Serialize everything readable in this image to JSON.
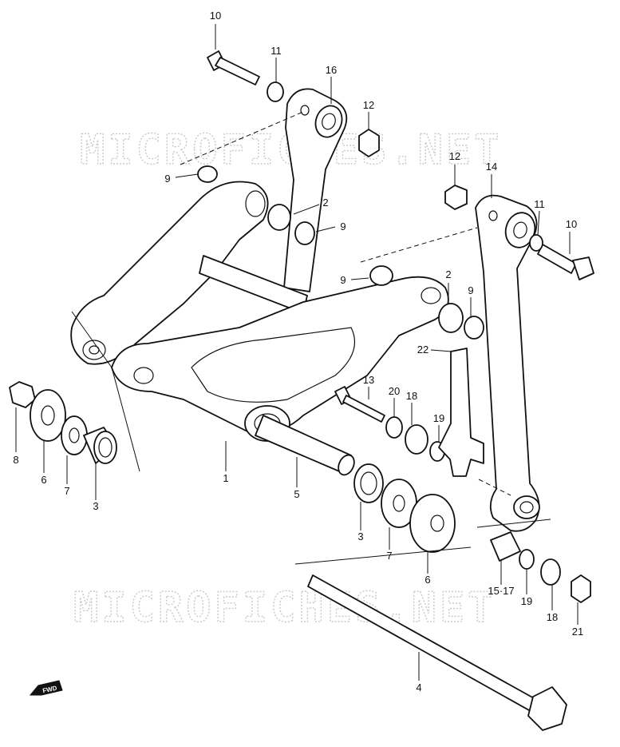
{
  "watermark": "MICROFICHES.NET",
  "fwd_label": "FWD",
  "callouts": {
    "c1": "1",
    "c2a": "2",
    "c2b": "2",
    "c3a": "3",
    "c3b": "3",
    "c4": "4",
    "c5": "5",
    "c6a": "6",
    "c6b": "6",
    "c7a": "7",
    "c7b": "7",
    "c8": "8",
    "c9a": "9",
    "c9b": "9",
    "c9c": "9",
    "c9d": "9",
    "c10a": "10",
    "c10b": "10",
    "c11a": "11",
    "c11b": "11",
    "c12a": "12",
    "c12b": "12",
    "c13": "13",
    "c14": "14",
    "c16": "16",
    "c15_17": "15·17",
    "c18a": "18",
    "c18b": "18",
    "c19a": "19",
    "c19b": "19",
    "c20": "20",
    "c21": "21",
    "c22": "22"
  }
}
